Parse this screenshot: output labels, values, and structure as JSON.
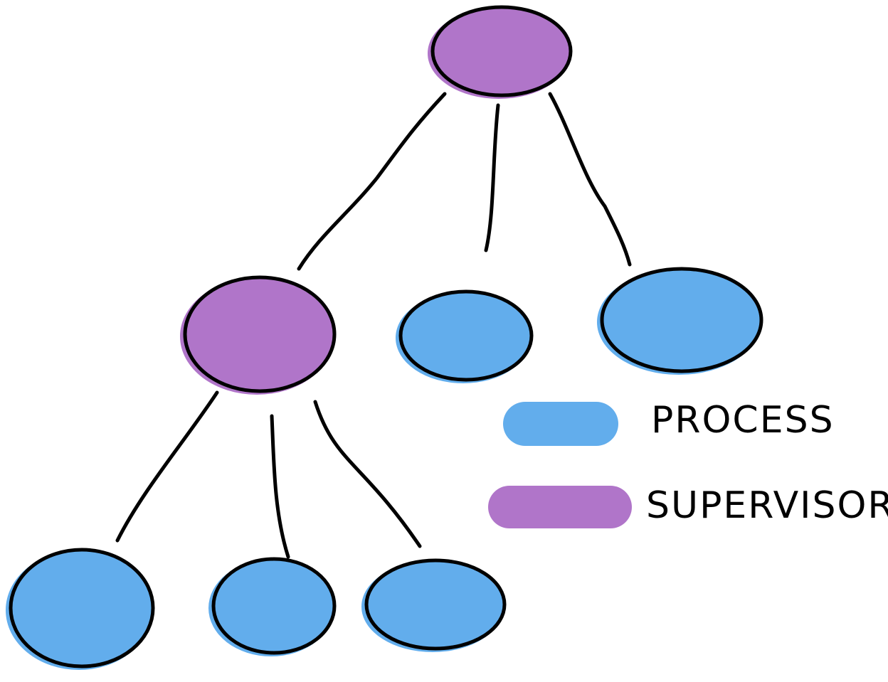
{
  "colors": {
    "process": "#62ADEC",
    "supervisor": "#B075C9",
    "stroke": "#000000"
  },
  "legend": [
    {
      "label": "PROCESS",
      "kind": "process"
    },
    {
      "label": "SUPERVISOR",
      "kind": "supervisor"
    }
  ],
  "nodes": [
    {
      "id": "root",
      "kind": "supervisor"
    },
    {
      "id": "sup2",
      "kind": "supervisor",
      "parent": "root"
    },
    {
      "id": "p1",
      "kind": "process",
      "parent": "root"
    },
    {
      "id": "p2",
      "kind": "process",
      "parent": "root"
    },
    {
      "id": "l1",
      "kind": "process",
      "parent": "sup2"
    },
    {
      "id": "l2",
      "kind": "process",
      "parent": "sup2"
    },
    {
      "id": "l3",
      "kind": "process",
      "parent": "sup2"
    }
  ]
}
